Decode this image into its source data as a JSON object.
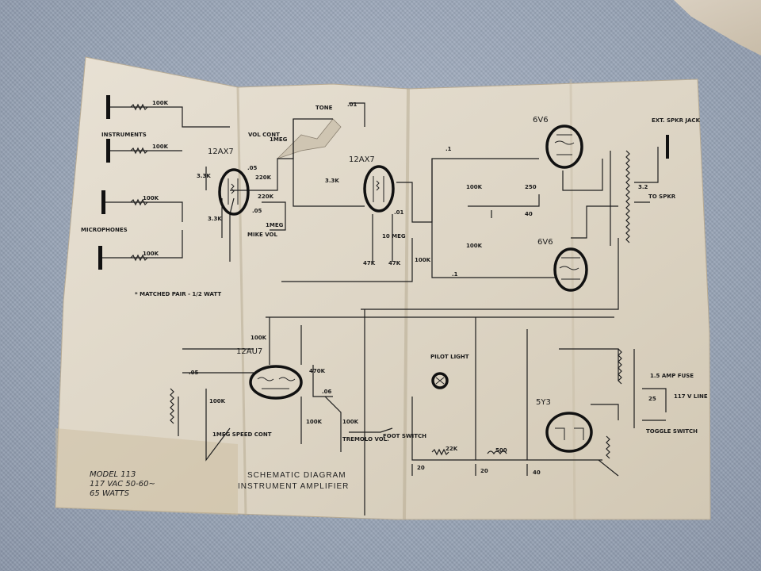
{
  "schematic": {
    "title_line1": "SCHEMATIC  DIAGRAM",
    "title_line2": "INSTRUMENT  AMPLIFIER",
    "model": [
      "MODEL  113",
      "117 VAC  50-60~",
      "65 WATTS"
    ],
    "inputs": [
      "INSTRUMENTS",
      "MICROPHONES"
    ],
    "note": "* MATCHED PAIR - 1/2 WATT",
    "tubes": [
      "12AX7",
      "12AX7",
      "6V6",
      "6V6",
      "12AU7",
      "5Y3"
    ],
    "controls": [
      "TONE",
      "VOL CONT",
      "MIKE VOL",
      "TREMOLO VOL.",
      "FOOT SWITCH",
      "1MEG SPEED CONT",
      "PILOT LIGHT"
    ],
    "output": [
      "EXT. SPKR JACK",
      "TO SPKR"
    ],
    "power": [
      "1.5 AMP FUSE",
      "117 V LINE",
      "TOGGLE SWITCH"
    ],
    "values": {
      "r100k": "100K",
      "r3_3k": "3.3K",
      "r220k": "220K",
      "r1meg": "1MEG",
      "r47k": "47K",
      "r470k": "470K",
      "r22k": "22K",
      "r500": "500",
      "r250": "250",
      "c05": ".05",
      "c01": ".01",
      "c1": ".1",
      "c06": ".06",
      "c20": "20",
      "c40": "40",
      "c25": "25",
      "ten_meg": "10 MEG",
      "three_two": "3.2"
    }
  }
}
